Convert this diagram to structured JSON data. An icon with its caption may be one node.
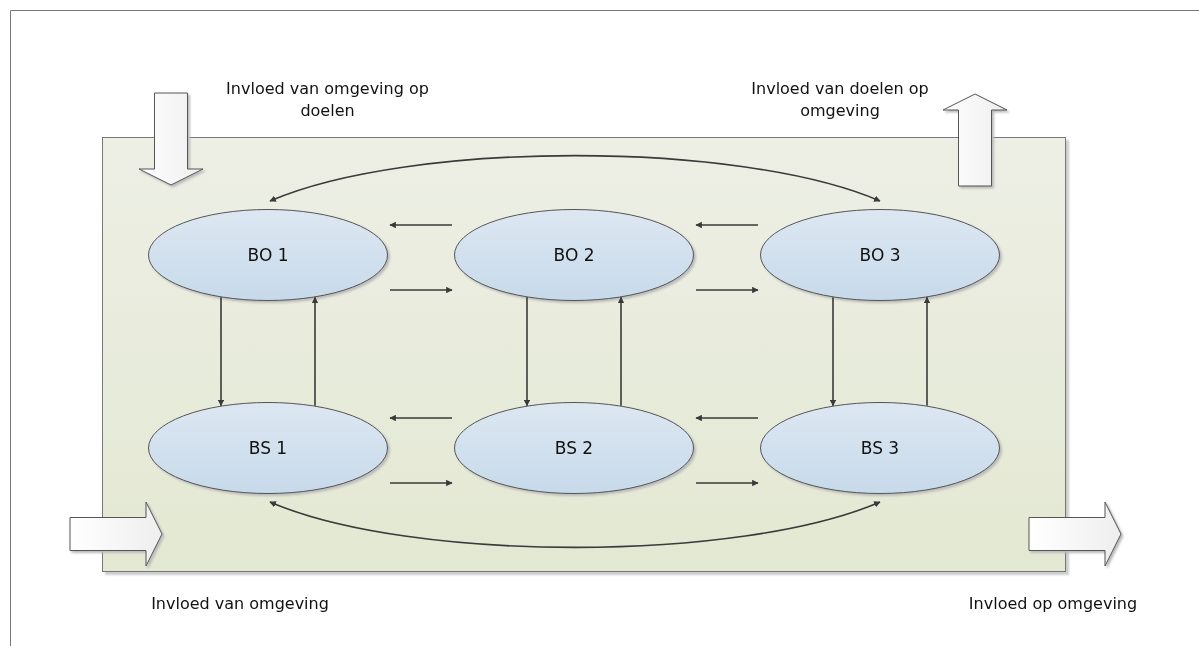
{
  "diagram": {
    "nodes": [
      {
        "text": [],
        "shape": "box"
      },
      {
        "text": [
          "BO 1"
        ],
        "in": 0
      },
      {
        "text": [
          "BO 2"
        ],
        "in": 0
      },
      {
        "text": [
          "BO 3"
        ],
        "in": 0
      },
      {
        "text": [
          "BS 1"
        ],
        "in": 0
      },
      {
        "text": [
          "BS 2"
        ],
        "in": 0
      },
      {
        "text": [
          "BS 3"
        ],
        "in": 0
      }
    ],
    "edges": [
      {
        "from": 1,
        "to": 3,
        "arrow": "both"
      },
      {
        "from": 2,
        "to": 1,
        "arrow": "to"
      },
      {
        "from": 1,
        "to": 2,
        "arrow": "to"
      },
      {
        "from": 3,
        "to": 2,
        "arrow": "to"
      },
      {
        "from": 2,
        "to": 3,
        "arrow": "to"
      },
      {
        "from": 1,
        "to": 4,
        "arrow": "to"
      },
      {
        "from": 4,
        "to": 1,
        "arrow": "to"
      },
      {
        "from": 2,
        "to": 5,
        "arrow": "to"
      },
      {
        "from": 5,
        "to": 2,
        "arrow": "to"
      },
      {
        "from": 3,
        "to": 6,
        "arrow": "to"
      },
      {
        "from": 6,
        "to": 3,
        "arrow": "to"
      },
      {
        "from": 5,
        "to": 4,
        "arrow": "to"
      },
      {
        "from": 4,
        "to": 5,
        "arrow": "to"
      },
      {
        "from": 6,
        "to": 5,
        "arrow": "to"
      },
      {
        "from": 5,
        "to": 6,
        "arrow": "to"
      },
      {
        "from": 4,
        "to": 6,
        "arrow": "both"
      }
    ],
    "labels": [
      "Invloed van omgeving op doelen",
      "Invloed van doelen op omgeving",
      "Invloed van omgeving",
      "Invloed op omgeving"
    ]
  }
}
